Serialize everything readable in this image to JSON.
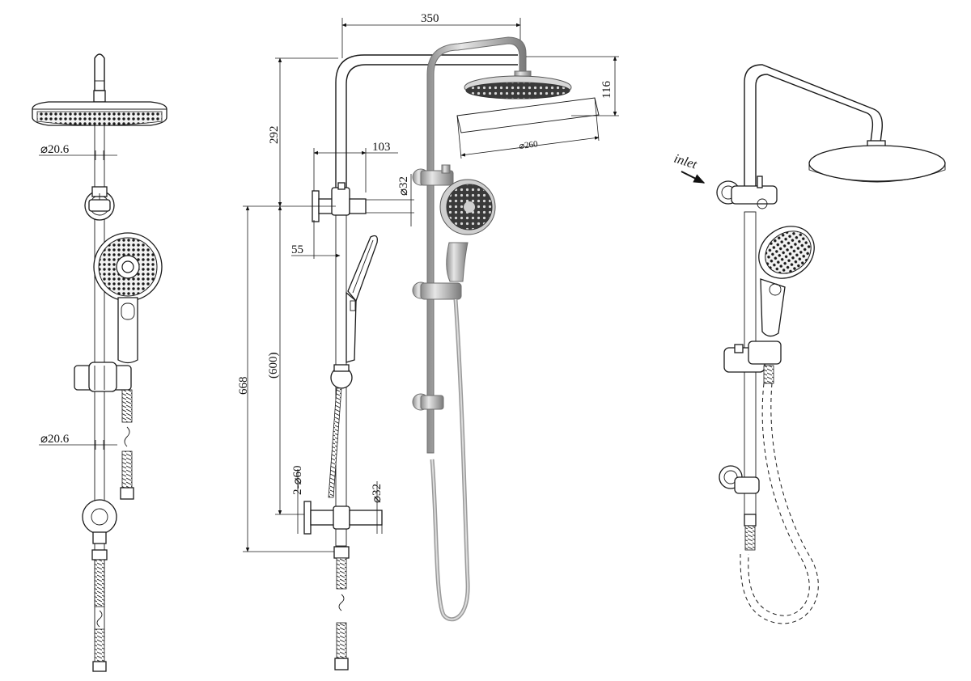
{
  "diagram": {
    "front_view": {
      "dia_top": "⌀20.6",
      "dia_bottom": "⌀20.6"
    },
    "side_view": {
      "width_350": "350",
      "height_292": "292",
      "offset_103": "103",
      "dia_32_top": "⌀32",
      "offset_55": "55",
      "height_668": "668",
      "height_600": "(600)",
      "dia_2x60": "2-⌀60",
      "dia_32_bottom": "⌀32"
    },
    "photo_view": {
      "height_116": "116",
      "dia_260": "⌀260"
    },
    "iso_view": {
      "inlet_label": "inlet"
    }
  }
}
